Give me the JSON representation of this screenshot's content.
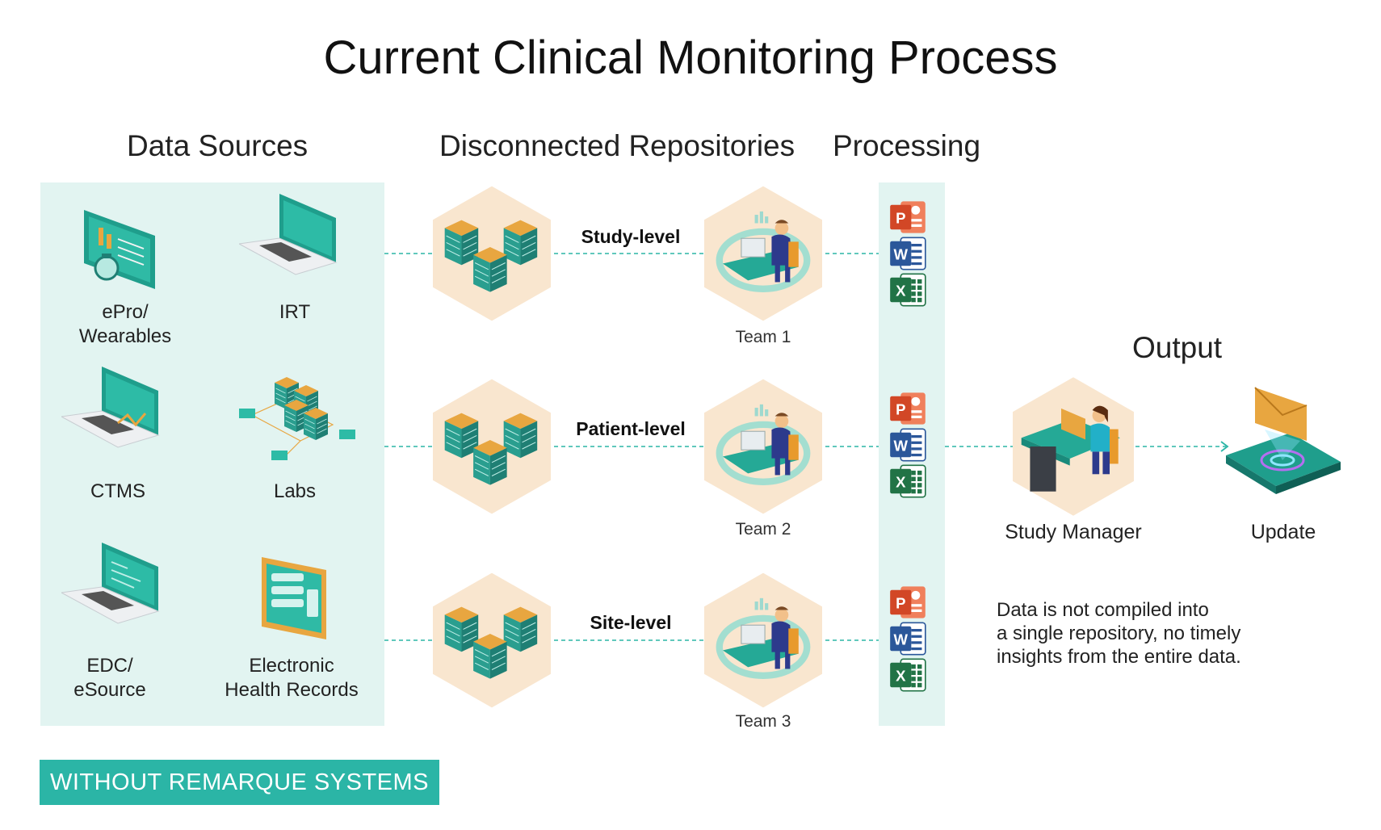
{
  "title": "Current Clinical Monitoring Process",
  "headings": {
    "data_sources": "Data Sources",
    "repositories": "Disconnected Repositories",
    "processing": "Processing",
    "output": "Output"
  },
  "data_sources": [
    {
      "line1": "ePro/",
      "line2": "Wearables",
      "icon": "tablet-watch-icon"
    },
    {
      "line1": "IRT",
      "line2": "",
      "icon": "laptop-icon"
    },
    {
      "line1": "CTMS",
      "line2": "",
      "icon": "laptop-chart-icon"
    },
    {
      "line1": "Labs",
      "line2": "",
      "icon": "server-cluster-icon"
    },
    {
      "line1": "EDC/",
      "line2": "eSource",
      "icon": "laptop-code-icon"
    },
    {
      "line1": "Electronic",
      "line2": "Health Records",
      "icon": "records-tablet-icon"
    }
  ],
  "rows": [
    {
      "level": "Study-level",
      "team": "Team 1"
    },
    {
      "level": "Patient-level",
      "team": "Team 2"
    },
    {
      "level": "Site-level",
      "team": "Team 3"
    }
  ],
  "office_icons": {
    "ppt": "P",
    "word": "W",
    "excel": "X"
  },
  "output": {
    "manager": "Study Manager",
    "update": "Update",
    "note_line1": "Data is not compiled into",
    "note_line2": "a single repository, no timely",
    "note_line3": "insights from the entire data."
  },
  "badge": "WITHOUT REMARQUE SYSTEMS",
  "colors": {
    "teal": "#2bb5a6",
    "panel": "#e2f4f1",
    "hexagon": "#f9e6cf",
    "ppt": "#d24726",
    "word": "#2b579a",
    "excel": "#217346"
  }
}
